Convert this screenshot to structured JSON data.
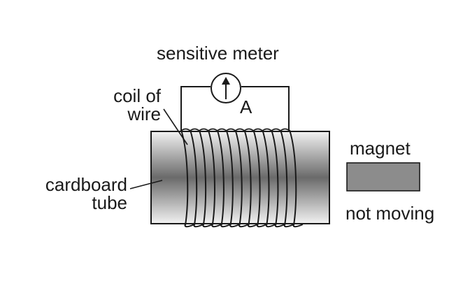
{
  "labels": {
    "meter": "sensitive meter",
    "meter_symbol": "A",
    "coil_line1": "coil of",
    "coil_line2": "wire",
    "tube_line1": "cardboard",
    "tube_line2": "tube",
    "magnet": "magnet",
    "magnet_state": "not moving"
  },
  "colors": {
    "line": "#1a1a1a",
    "tube_dark": "#6a6a6a",
    "tube_light": "#f2f2f2",
    "magnet_fill": "#8c8c8c"
  },
  "coil": {
    "turns": 13
  }
}
